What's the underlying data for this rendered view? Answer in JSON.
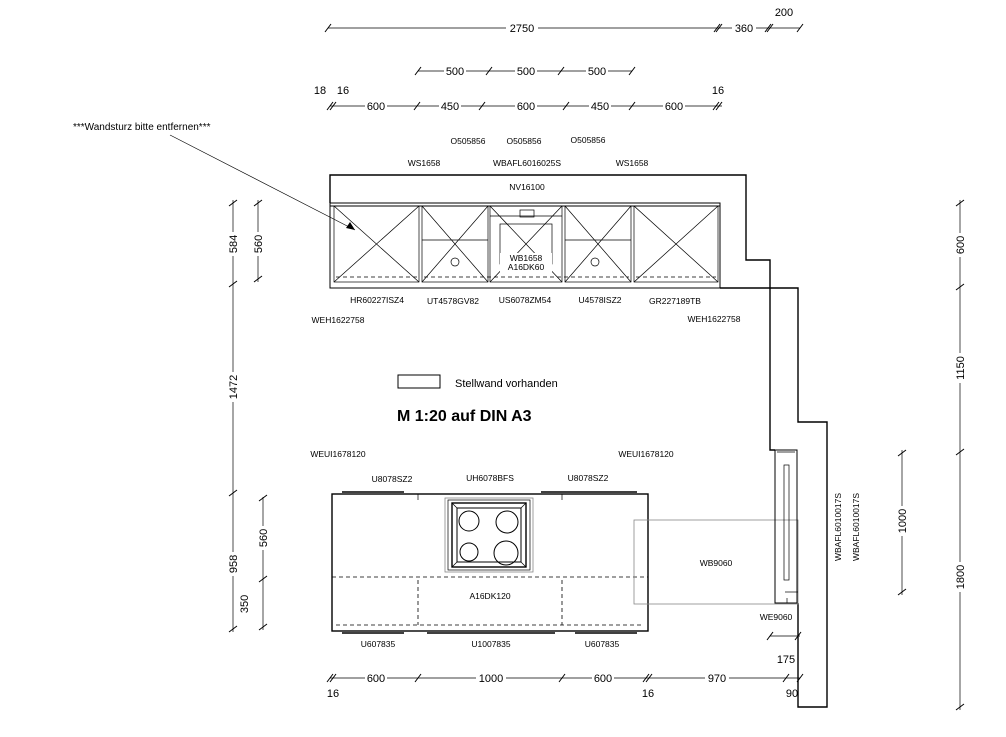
{
  "top_dims": {
    "overall": [
      "2750",
      "360",
      "200"
    ],
    "middle": [
      "500",
      "500",
      "500"
    ],
    "row3": [
      "18",
      "16",
      "600",
      "450",
      "600",
      "450",
      "600",
      "16"
    ]
  },
  "bottom_dims": [
    "16",
    "600",
    "1000",
    "600",
    "16",
    "970",
    "175",
    "90"
  ],
  "left_dims": [
    "584",
    "560",
    "1472",
    "958",
    "560",
    "350"
  ],
  "right_dims": [
    "600",
    "1150",
    "1000",
    "1800"
  ],
  "note": "***Wandsturz bitte entfernen***",
  "top_articles": {
    "o1": "O505856",
    "o2": "O505856",
    "o3": "O505856",
    "ws_left": "WS1658",
    "wbafl": "WBAFL6016025S",
    "ws_right": "WS1658",
    "nv": "NV16100",
    "wb1658": "WB1658",
    "a16dk60": "A16DK60"
  },
  "lower_articles": {
    "hr": "HR60227ISZ4",
    "ut": "UT4578GV82",
    "us": "US6078ZM54",
    "u4578": "U4578ISZ2",
    "gr": "GR227189TB",
    "weh_left": "WEH1622758",
    "weh_right": "WEH1622758"
  },
  "legend": {
    "label": "Stellwand vorhanden"
  },
  "scale_text": "M 1:20 auf DIN A3",
  "island": {
    "weui_left": "WEUI1678120",
    "weui_right": "WEUI1678120",
    "u8078_left": "U8078SZ2",
    "uh": "UH6078BFS",
    "u8078_right": "U8078SZ2",
    "wb9060": "WB9060",
    "a16dk120": "A16DK120",
    "u607835_left": "U607835",
    "u1007835": "U1007835",
    "u607835_right": "U607835",
    "we9060": "WE9060",
    "wbafl_a": "WBAFL6010017S",
    "wbafl_b": "WBAFL6010017S"
  }
}
